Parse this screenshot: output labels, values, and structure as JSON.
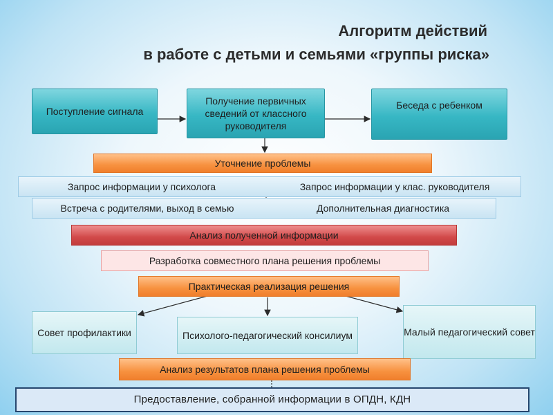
{
  "title": {
    "line1": "Алгоритм действий",
    "line2": "в работе с детьми и семьями «группы риска»"
  },
  "nodes": {
    "signal": "Поступление сигнала",
    "primary_info": "Получение первичных сведений от классного руководителя",
    "talk_child": "Беседа с ребенком",
    "clarify": "Уточнение проблемы",
    "psych_request": "Запрос информации у психолога",
    "teacher_request": "Запрос информации у клас. руководителя",
    "parents_meeting": "Встреча с родителями, выход в семью",
    "extra_diag": "Дополнительная диагностика",
    "analysis": "Анализ полученной информации",
    "plan": "Разработка совместного плана решения проблемы",
    "implementation": "Практическая реализация решения",
    "prevention_council": "Совет профилактики",
    "consilium": "Психолого-педагогический консилиум",
    "small_council": "Малый педагогический совет",
    "results": "Анализ результатов плана решения проблемы",
    "report": "Предоставление, собранной информации в ОПДН, КДН"
  },
  "colors": {
    "teal": "#37b7c4",
    "orange": "#f7913f",
    "red": "#d24a4a",
    "pink": "#fde6e6",
    "navy": "#26466e"
  }
}
